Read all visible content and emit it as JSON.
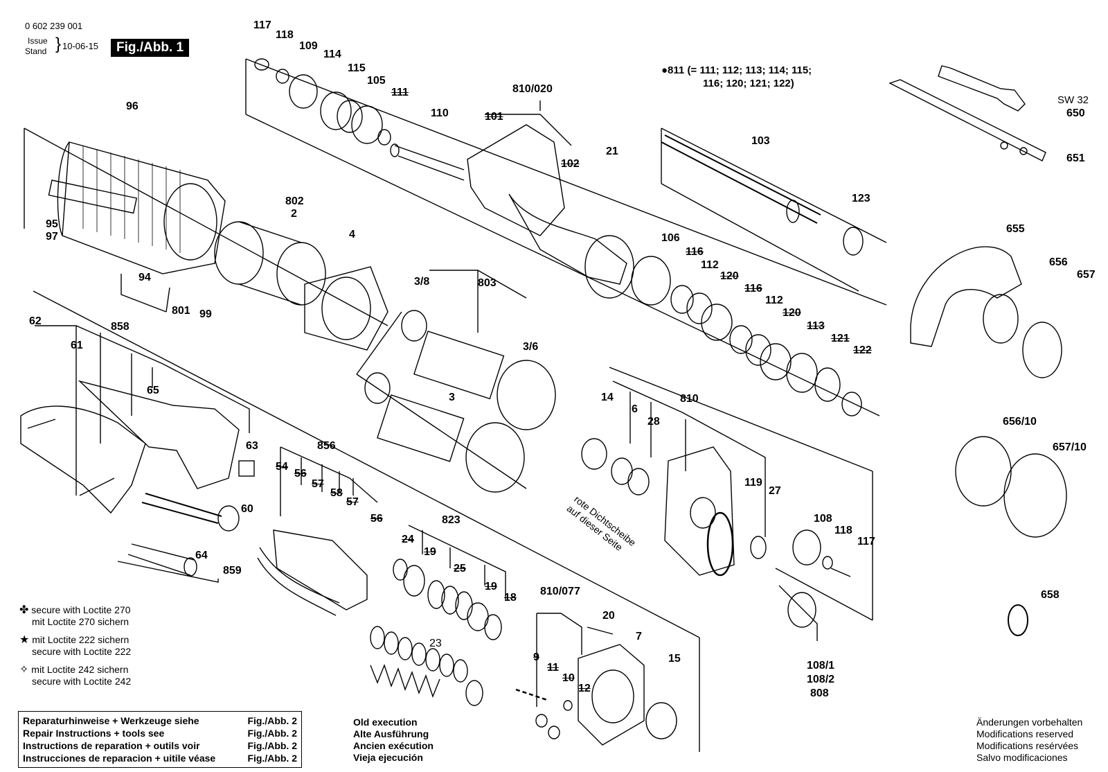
{
  "header": {
    "part_number": "0 602 239 001",
    "issue_label": "Issue",
    "stand_label": "Stand",
    "date": "10-06-15",
    "figure": "Fig./Abb. 1"
  },
  "kit_note": {
    "marker": "●811",
    "line1": "(= 111; 112; 113; 114; 115;",
    "line2": "116; 120; 121; 122)"
  },
  "legend": {
    "loctite_270": {
      "symbol": "✤",
      "line1": "secure with Loctite 270",
      "line2": "mit Loctite 270 sichern"
    },
    "loctite_222": {
      "symbol": "★",
      "line1": "mit Loctite 222 sichern",
      "line2": "secure with Loctite 222"
    },
    "loctite_242": {
      "symbol": "✧",
      "line1": "mit Loctite 242 sichern",
      "line2": "secure with Loctite 242"
    }
  },
  "references": [
    {
      "text": "Reparaturhinweise + Werkzeuge siehe",
      "fig": "Fig./Abb. 2"
    },
    {
      "text": "Repair Instructions + tools see",
      "fig": "Fig./Abb. 2"
    },
    {
      "text": "Instructions de reparation + outils voir",
      "fig": "Fig./Abb. 2"
    },
    {
      "text": "Instrucciones de reparacion + uitile véase",
      "fig": "Fig./Abb. 2"
    }
  ],
  "old_execution": [
    "Old execution",
    "Alte Ausführung",
    "Ancien exécution",
    "Vieja ejecución"
  ],
  "modifications": [
    "Änderungen vorbehalten",
    "Modifications reserved",
    "Modifications resérvées",
    "Salvo modificaciones"
  ],
  "seal_note": [
    "rote Dichtscheibe",
    "auf dieser Seite"
  ],
  "part_labels": {
    "p117a": "117",
    "p118a": "118",
    "p109": "109",
    "p114": "114",
    "p115": "115",
    "p105": "105",
    "p111": "111",
    "p810_020": "810/020",
    "p110": "110",
    "p101": "101",
    "p102": "102",
    "p21": "21",
    "p103": "103",
    "p123": "123",
    "p96": "96",
    "p802": "802",
    "p2": "2",
    "p4": "4",
    "p95": "95",
    "p97": "97",
    "p94": "94",
    "p801": "801",
    "p99": "99",
    "p62": "62",
    "p61": "61",
    "p858": "858",
    "p65": "65",
    "p63": "63",
    "p60": "60",
    "p64": "64",
    "p859": "859",
    "p856": "856",
    "p54": "54",
    "p56": "56",
    "p57": "57",
    "p58": "58",
    "p57b": "57",
    "p56b": "56",
    "p3_8": "3/8",
    "p803": "803",
    "p3_6": "3/6",
    "p3": "3",
    "p106": "106",
    "p116a": "116",
    "p112a": "112",
    "p120a": "120",
    "p116b": "116",
    "p112b": "112",
    "p120b": "120",
    "p113": "113",
    "p121": "121",
    "p122": "122",
    "p14": "14",
    "p6": "6",
    "p28": "28",
    "p810": "810",
    "p119": "119",
    "p27": "27",
    "p108": "108",
    "p118b": "118",
    "p117b": "117",
    "p823": "823",
    "p24": "24",
    "p19a": "19",
    "p25": "25",
    "p19b": "19",
    "p18": "18",
    "p23": "23",
    "p810_077": "810/077",
    "p9": "9",
    "p11": "11",
    "p10": "10",
    "p12": "12",
    "p20": "20",
    "p7": "7",
    "p15": "15",
    "p108_1": "108/1",
    "p108_2": "108/2",
    "p808": "808",
    "sw32": "SW 32",
    "p650": "650",
    "p651": "651",
    "p655": "655",
    "p656": "656",
    "p657": "657",
    "p656_10": "656/10",
    "p657_10": "657/10",
    "p658": "658"
  }
}
